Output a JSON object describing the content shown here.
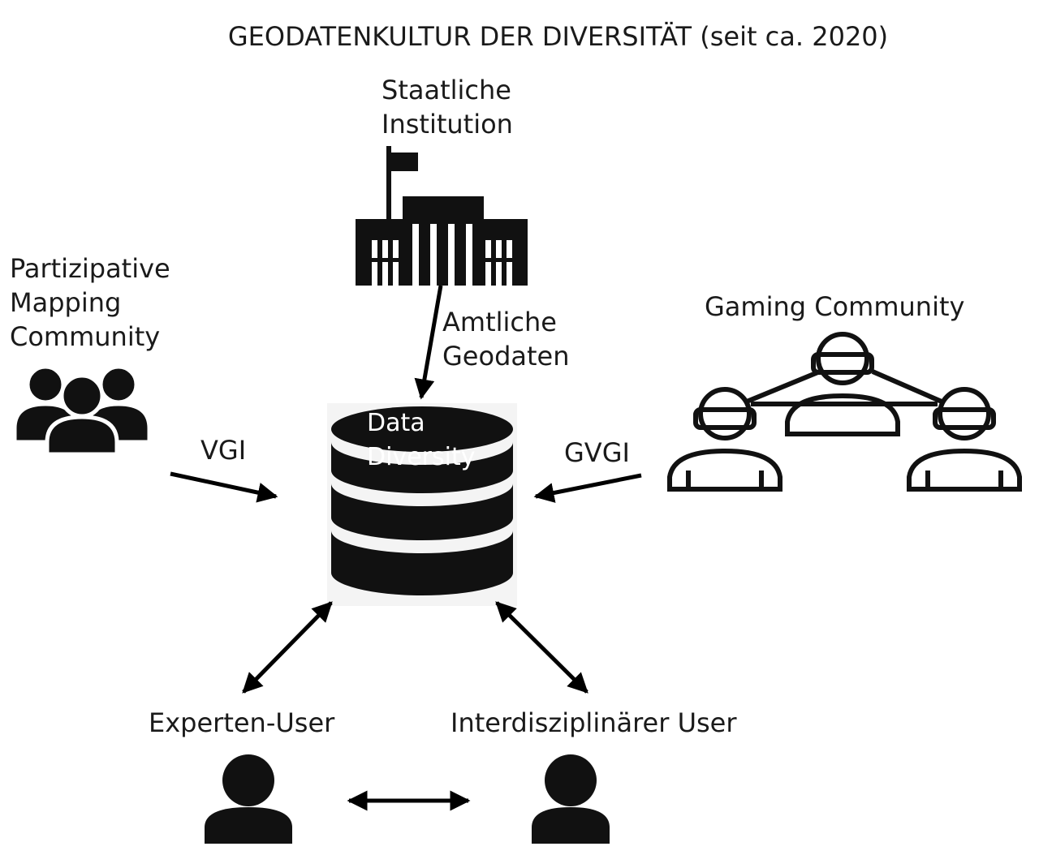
{
  "title": "GEODATENKULTUR DER DIVERSITÄT (seit ca. 2020)",
  "nodes": {
    "state": {
      "line1": "Staatliche",
      "line2": "Institution",
      "icon": "government-building-icon"
    },
    "participatory": {
      "line1": "Partizipative",
      "line2": "Mapping",
      "line3": "Community",
      "icon": "people-group-icon"
    },
    "gaming": {
      "label": "Gaming Community",
      "icon": "vr-gamers-network-icon"
    },
    "database": {
      "line1": "Data",
      "line2": "Diversity",
      "icon": "database-icon"
    },
    "expert": {
      "label": "Experten-User",
      "icon": "user-icon"
    },
    "interdisciplinary": {
      "label": "Interdisziplinärer User",
      "icon": "user-icon"
    }
  },
  "edges": {
    "official": {
      "line1": "Amtliche",
      "line2": "Geodaten"
    },
    "vgi": {
      "label": "VGI"
    },
    "gvgi": {
      "label": "GVGI"
    }
  }
}
